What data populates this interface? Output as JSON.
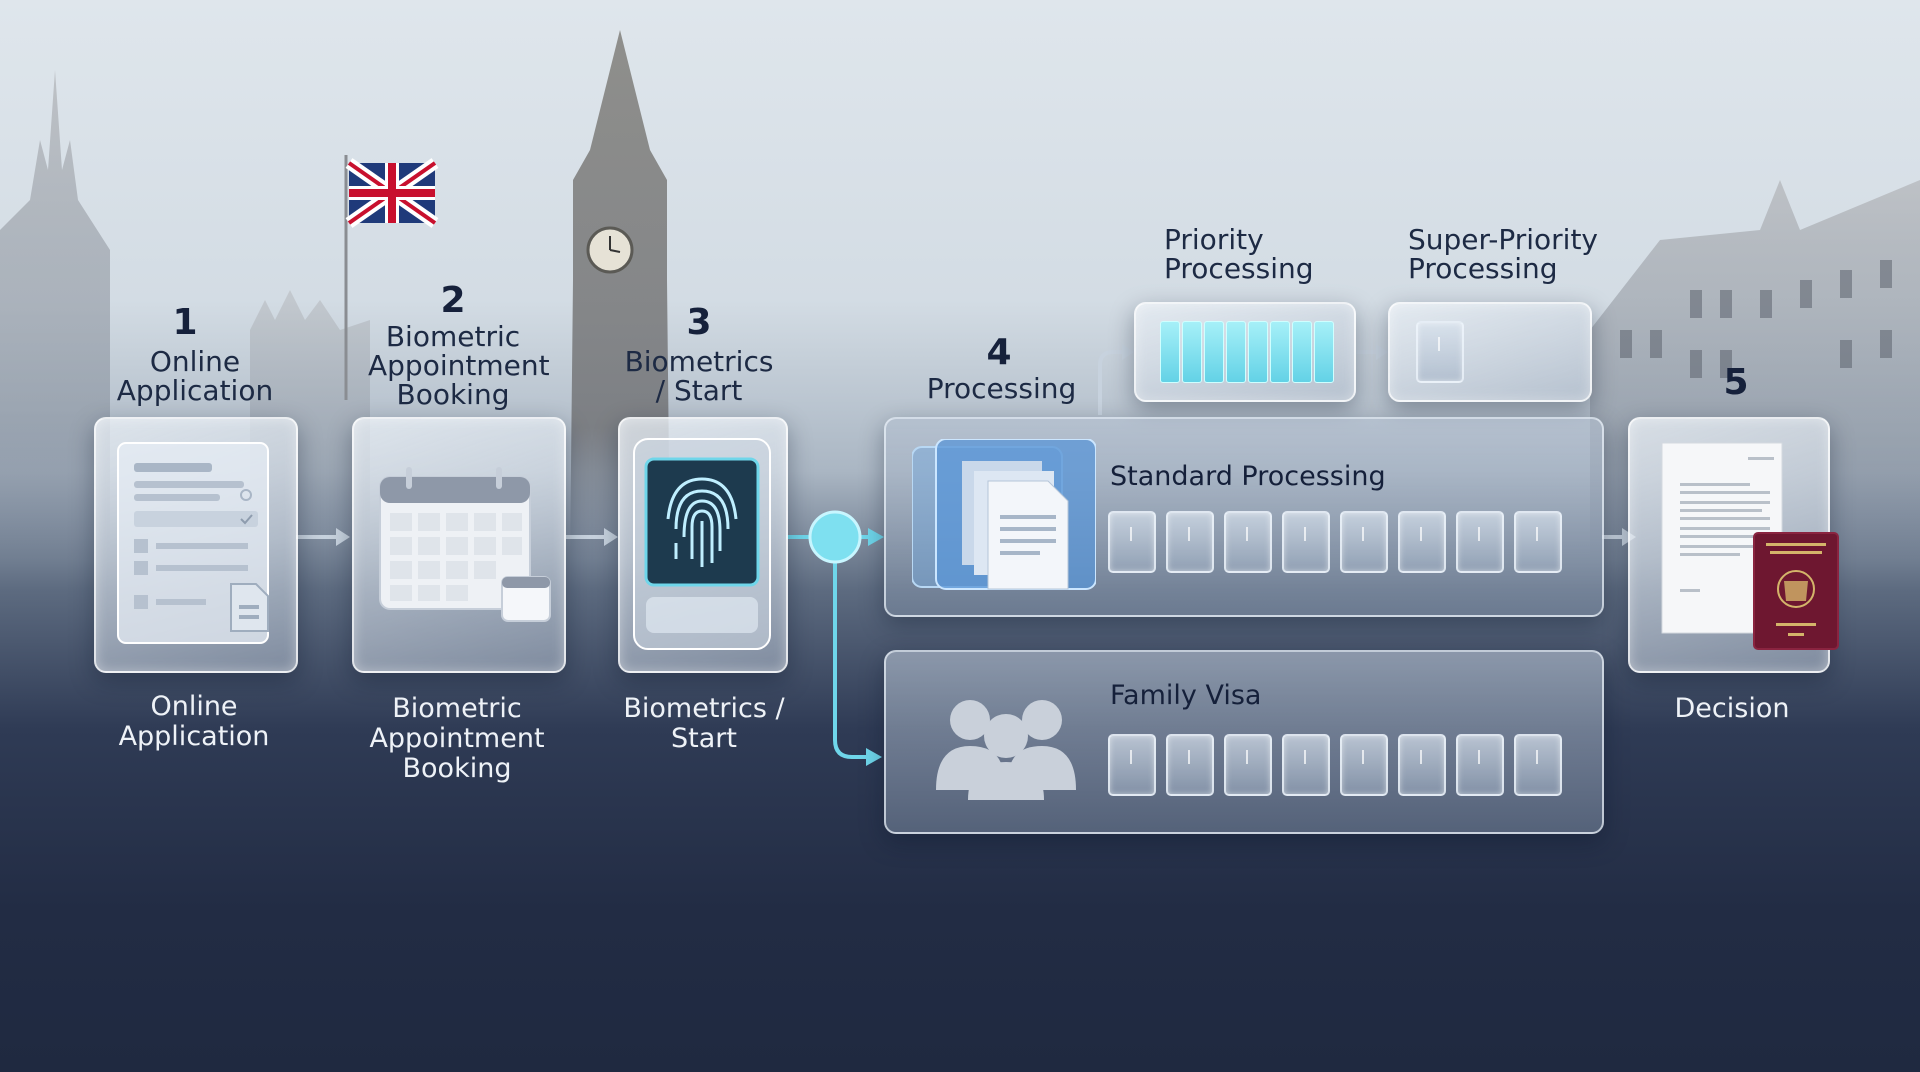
{
  "colors": {
    "accent": "#6fd6ea",
    "text_dark": "#1d2a44",
    "text_light": "#eef2f7"
  },
  "steps": [
    {
      "number": "1",
      "title": "Online\nApplication",
      "caption": "Online\nApplication",
      "icon": "form-document-icon"
    },
    {
      "number": "2",
      "title": "Biometric\nAppointment\nBooking",
      "caption": "Biometric\nAppointment\nBooking",
      "icon": "calendar-icon"
    },
    {
      "number": "3",
      "title": "Biometrics\n/ Start",
      "caption": "Biometrics /\nStart",
      "icon": "fingerprint-icon"
    },
    {
      "number": "4",
      "title": "Processing"
    },
    {
      "number": "5",
      "caption": "Decision",
      "icon": "passport-document-icon"
    }
  ],
  "processing": {
    "standard": {
      "label": "Standard Processing",
      "slots": 8,
      "icon": "documents-stack-icon"
    },
    "family": {
      "label": "Family Visa",
      "slots": 8,
      "icon": "people-group-icon"
    },
    "priority": {
      "label": "Priority\nProcessing",
      "filled_slots": 8
    },
    "super_priority": {
      "label": "Super-Priority\nProcessing",
      "slots": 1
    }
  }
}
